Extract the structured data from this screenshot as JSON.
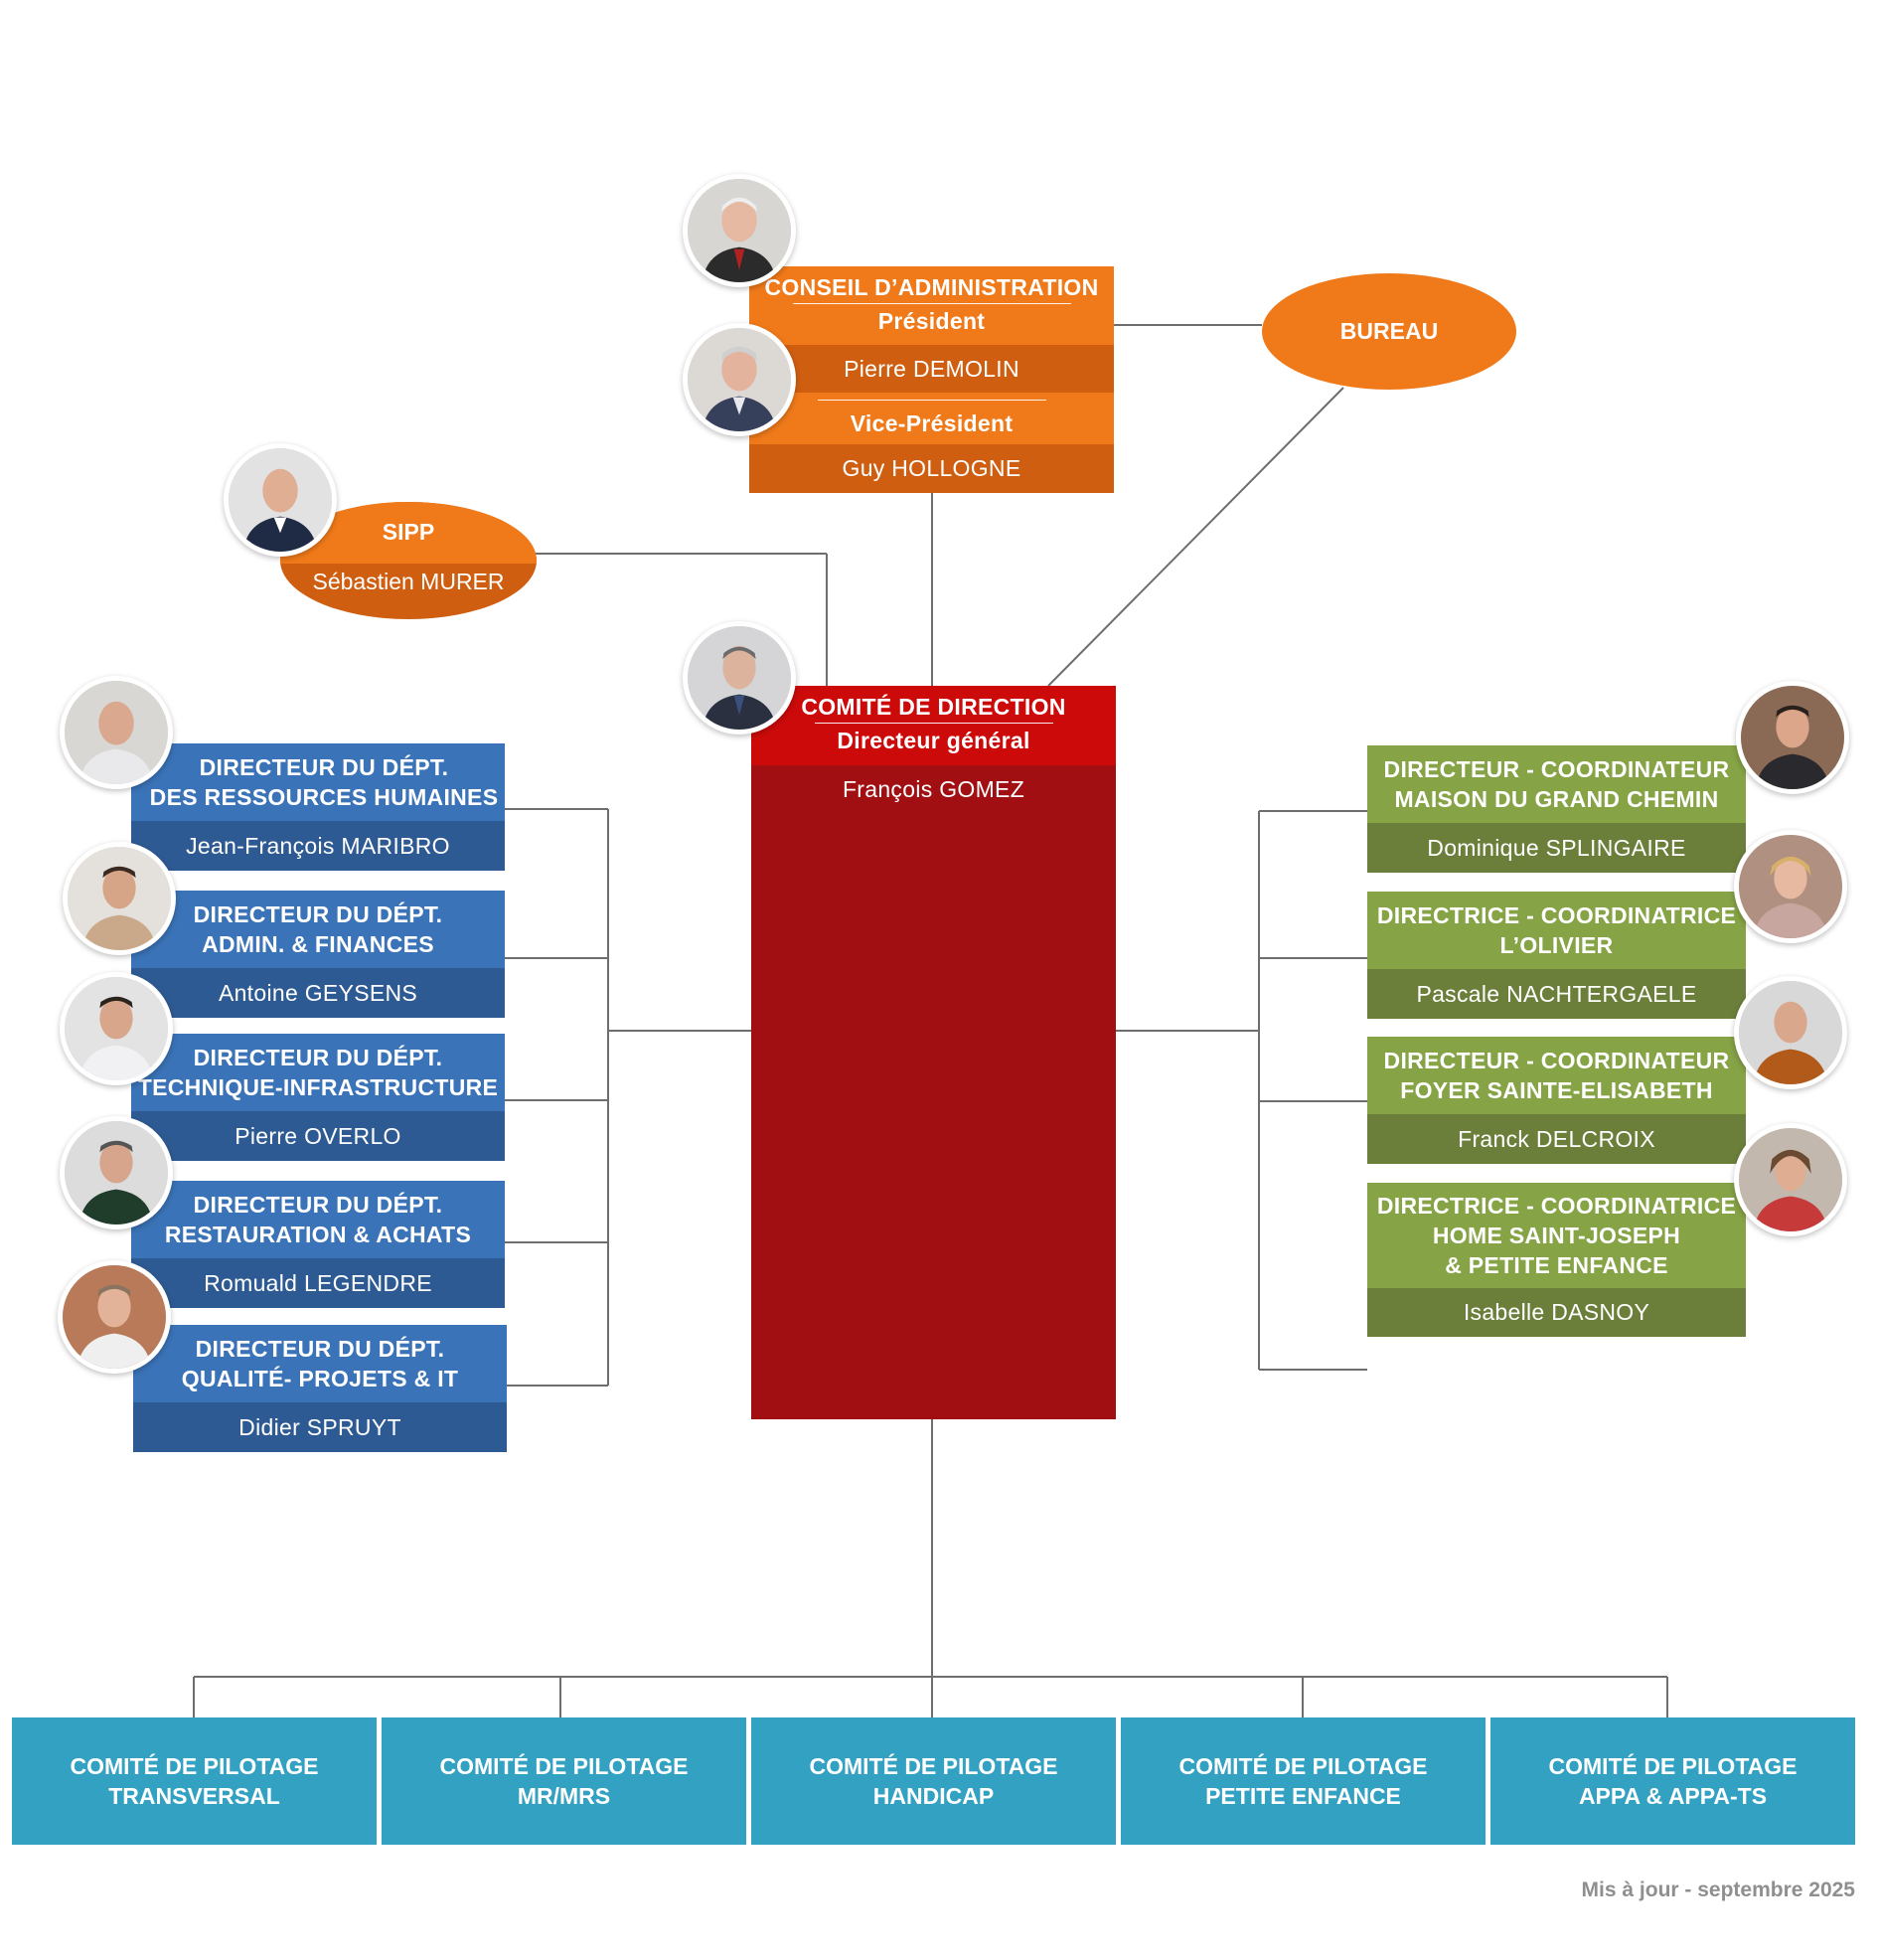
{
  "colors": {
    "orange": "#f07a1a",
    "orange_dark": "#cf5e10",
    "red": "#cc0a0a",
    "red_dark": "#a20f12",
    "blue": "#3a73b7",
    "blue_dark": "#2e5a93",
    "green": "#86a346",
    "green_dark": "#6b7f3a",
    "teal": "#33a1c2"
  },
  "conseil": {
    "title": "CONSEIL D’ADMINISTRATION",
    "president_label": "Président",
    "president_name": "Pierre DEMOLIN",
    "vice_label": "Vice-Président",
    "vice_name": "Guy HOLLOGNE"
  },
  "bureau": {
    "label": "BUREAU"
  },
  "sipp": {
    "label": "SIPP",
    "name": "Sébastien MURER"
  },
  "comite": {
    "title": "COMITÉ DE DIRECTION",
    "role": "Directeur général",
    "name": "François GOMEZ"
  },
  "left_departments": [
    {
      "title_line1": "DIRECTEUR DU DÉPT.",
      "title_line2": "DES RESSOURCES HUMAINES",
      "name": "Jean-François MARIBRO"
    },
    {
      "title_line1": "DIRECTEUR DU DÉPT.",
      "title_line2": "ADMIN. & FINANCES",
      "name": "Antoine GEYSENS"
    },
    {
      "title_line1": "DIRECTEUR DU DÉPT.",
      "title_line2": "TECHNIQUE-INFRASTRUCTURE",
      "name": "Pierre OVERLO"
    },
    {
      "title_line1": "DIRECTEUR DU DÉPT.",
      "title_line2": "RESTAURATION & ACHATS",
      "name": "Romuald LEGENDRE"
    },
    {
      "title_line1": "DIRECTEUR DU DÉPT.",
      "title_line2": "QUALITÉ- PROJETS & IT",
      "name": "Didier SPRUYT"
    }
  ],
  "right_departments": [
    {
      "title_line1": "DIRECTEUR - COORDINATEUR",
      "title_line2": "MAISON DU GRAND CHEMIN",
      "title_line3": "",
      "name": "Dominique SPLINGAIRE"
    },
    {
      "title_line1": "DIRECTRICE - COORDINATRICE",
      "title_line2": "L’OLIVIER",
      "title_line3": "",
      "name": "Pascale NACHTERGAELE"
    },
    {
      "title_line1": "DIRECTEUR - COORDINATEUR",
      "title_line2": "FOYER SAINTE-ELISABETH",
      "title_line3": "",
      "name": "Franck DELCROIX"
    },
    {
      "title_line1": "DIRECTRICE - COORDINATRICE",
      "title_line2": "HOME SAINT-JOSEPH",
      "title_line3": "& PETITE ENFANCE",
      "name": "Isabelle DASNOY"
    }
  ],
  "pilotage": [
    {
      "line1": "COMITÉ DE PILOTAGE",
      "line2": "TRANSVERSAL"
    },
    {
      "line1": "COMITÉ DE PILOTAGE",
      "line2": "MR/MRS"
    },
    {
      "line1": "COMITÉ DE PILOTAGE",
      "line2": "HANDICAP"
    },
    {
      "line1": "COMITÉ DE PILOTAGE",
      "line2": "PETITE ENFANCE"
    },
    {
      "line1": "COMITÉ DE PILOTAGE",
      "line2": "APPA & APPA-TS"
    }
  ],
  "footer": {
    "updated": "Mis à jour - septembre 2025"
  }
}
